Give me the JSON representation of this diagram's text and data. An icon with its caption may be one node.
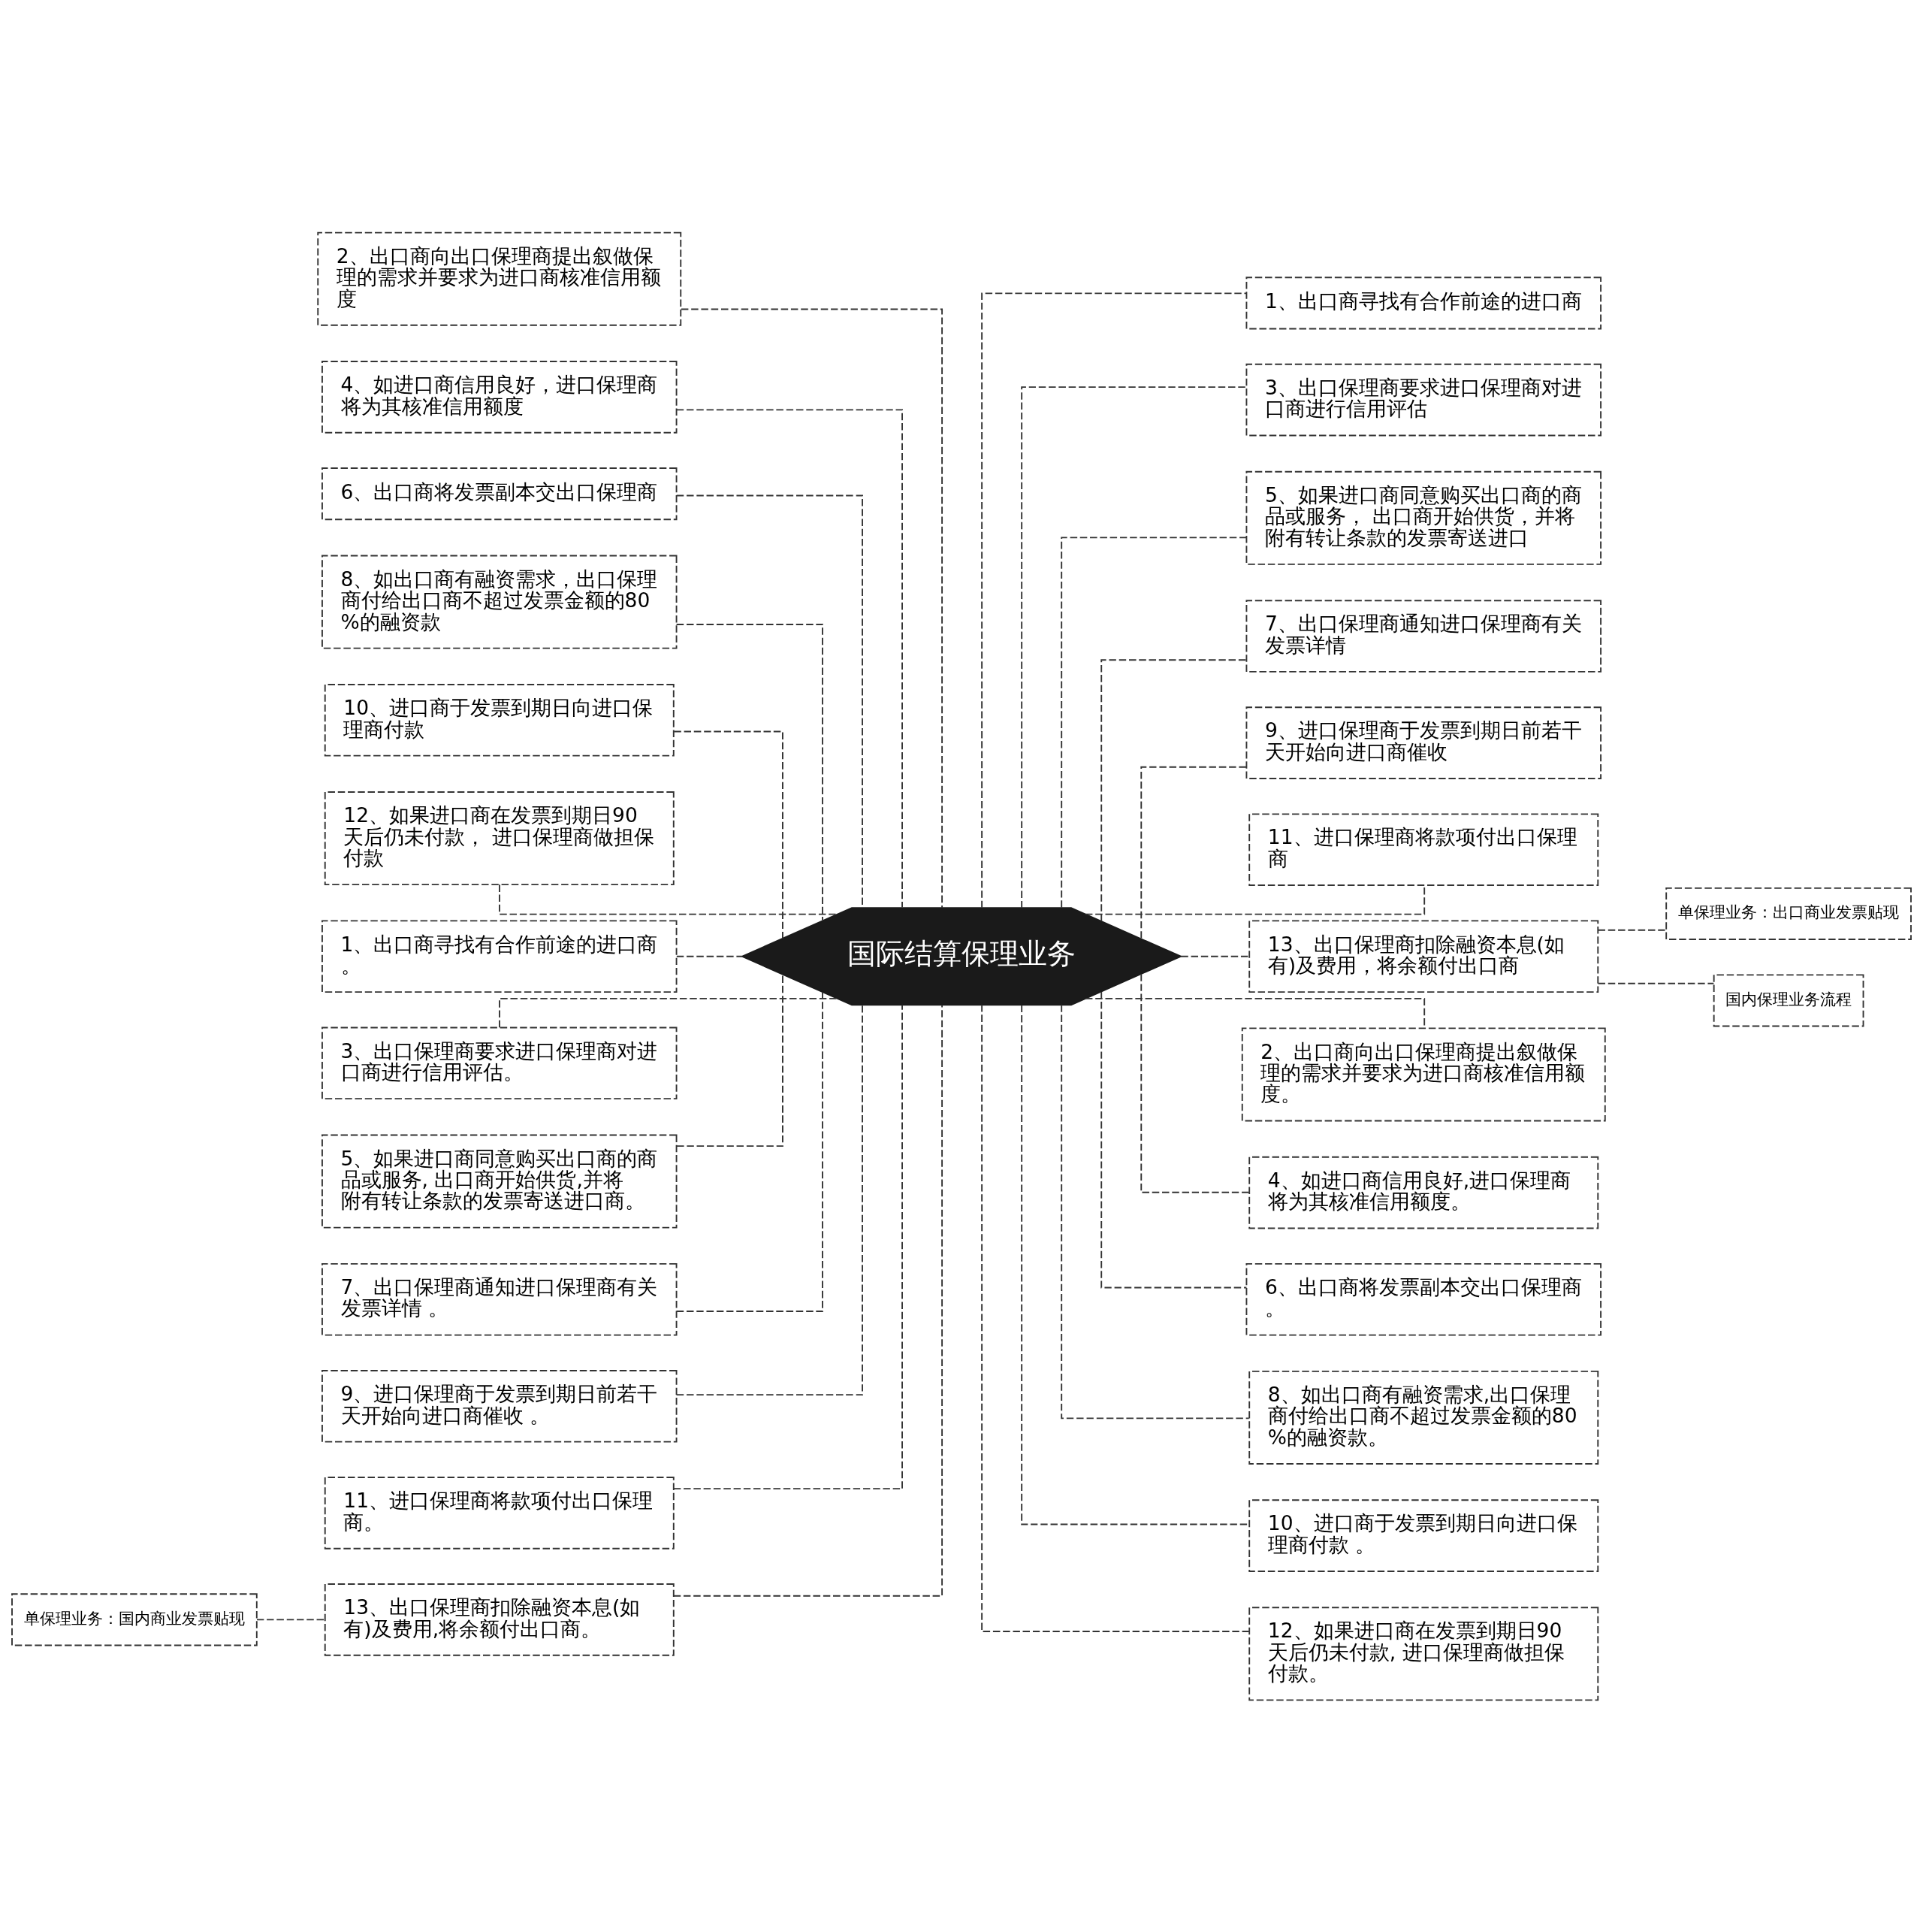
{
  "diagram": {
    "nodes": [
      {
        "text": [
          "国际结算保理业务"
        ]
      },
      {
        "text": [
          "2、出口商向出口保理商提出叙做保理的需求并要求为进口商核准信用额度"
        ]
      },
      {
        "text": [
          "4、如进口商信用良好，进口保理商将为其核准信用额度"
        ]
      },
      {
        "text": [
          "6、出口商将发票副本交出口保理商"
        ]
      },
      {
        "text": [
          "8、如出口商有融资需求，出口保理商付给出口商不超过发票金额的80%的融资款"
        ]
      },
      {
        "text": [
          "10、进口商于发票到期日向进口保理商付款"
        ]
      },
      {
        "text": [
          "12、如果进口商在发票到期日90天后仍未付款， 进口保理商做担保付款"
        ]
      },
      {
        "text": [
          "1、出口商寻找有合作前途的进口商。"
        ]
      },
      {
        "text": [
          "3、出口保理商要求进口保理商对进口商进行信用评估。"
        ]
      },
      {
        "text": [
          "5、如果进口商同意购买出口商的商品或服务, 出口商开始供货,并将附有转让条款的发票寄送进口商。"
        ]
      },
      {
        "text": [
          "7、出口保理商通知进口保理商有关发票详情 。"
        ]
      },
      {
        "text": [
          "9、进口保理商于发票到期日前若干天开始向进口商催收 。"
        ]
      },
      {
        "text": [
          "11、进口保理商将款项付出口保理商。"
        ]
      },
      {
        "text": [
          "13、出口保理商扣除融资本息(如有)及费用,将余额付出口商。"
        ]
      },
      {
        "text": [
          "单保理业务：国内商业发票贴现"
        ]
      },
      {
        "text": [
          "1、出口商寻找有合作前途的进口商"
        ]
      },
      {
        "text": [
          "3、出口保理商要求进口保理商对进口商进行信用评估"
        ]
      },
      {
        "text": [
          "5、如果进口商同意购买出口商的商品或服务， 出口商开始供货，并将附有转让条款的发票寄送进口"
        ]
      },
      {
        "text": [
          "7、出口保理商通知进口保理商有关发票详情"
        ]
      },
      {
        "text": [
          "9、进口保理商于发票到期日前若干天开始向进口商催收"
        ]
      },
      {
        "text": [
          "11、进口保理商将款项付出口保理商"
        ]
      },
      {
        "text": [
          "13、出口保理商扣除融资本息(如有)及费用，将余额付出口商"
        ]
      },
      {
        "text": [
          "单保理业务：出口商业发票贴现"
        ]
      },
      {
        "text": [
          "国内保理业务流程"
        ]
      },
      {
        "text": [
          "2、出口商向出口保理商提出叙做保理的需求并要求为进口商核准信用额度。"
        ]
      },
      {
        "text": [
          "4、如进口商信用良好,进口保理商将为其核准信用额度。"
        ]
      },
      {
        "text": [
          "6、出口商将发票副本交出口保理商。"
        ]
      },
      {
        "text": [
          "8、如出口商有融资需求,出口保理商付给出口商不超过发票金额的80%的融资款。"
        ]
      },
      {
        "text": [
          "10、进口商于发票到期日向进口保理商付款 。"
        ]
      },
      {
        "text": [
          "12、如果进口商在发票到期日90天后仍未付款, 进口保理商做担保付款。"
        ]
      }
    ],
    "edges": [
      {
        "from": 0,
        "to": 1,
        "arrow": "none",
        "style": "dashed"
      },
      {
        "from": 0,
        "to": 2,
        "arrow": "none",
        "style": "dashed"
      },
      {
        "from": 0,
        "to": 3,
        "arrow": "none",
        "style": "dashed"
      },
      {
        "from": 0,
        "to": 4,
        "arrow": "none",
        "style": "dashed"
      },
      {
        "from": 0,
        "to": 5,
        "arrow": "none",
        "style": "dashed"
      },
      {
        "from": 0,
        "to": 6,
        "arrow": "none",
        "style": "dashed"
      },
      {
        "from": 0,
        "to": 7,
        "arrow": "none",
        "style": "dashed"
      },
      {
        "from": 0,
        "to": 8,
        "arrow": "none",
        "style": "dashed"
      },
      {
        "from": 0,
        "to": 9,
        "arrow": "none",
        "style": "dashed"
      },
      {
        "from": 0,
        "to": 10,
        "arrow": "none",
        "style": "dashed"
      },
      {
        "from": 0,
        "to": 11,
        "arrow": "none",
        "style": "dashed"
      },
      {
        "from": 0,
        "to": 12,
        "arrow": "none",
        "style": "dashed"
      },
      {
        "from": 0,
        "to": 13,
        "arrow": "none",
        "style": "dashed"
      },
      {
        "from": 13,
        "to": 14,
        "arrow": "none",
        "style": "dashed"
      },
      {
        "from": 0,
        "to": 15,
        "arrow": "none",
        "style": "dashed"
      },
      {
        "from": 0,
        "to": 16,
        "arrow": "none",
        "style": "dashed"
      },
      {
        "from": 0,
        "to": 17,
        "arrow": "none",
        "style": "dashed"
      },
      {
        "from": 0,
        "to": 18,
        "arrow": "none",
        "style": "dashed"
      },
      {
        "from": 0,
        "to": 19,
        "arrow": "none",
        "style": "dashed"
      },
      {
        "from": 0,
        "to": 20,
        "arrow": "none",
        "style": "dashed"
      },
      {
        "from": 0,
        "to": 21,
        "arrow": "none",
        "style": "dashed"
      },
      {
        "from": 21,
        "to": 22,
        "arrow": "none",
        "style": "dashed"
      },
      {
        "from": 21,
        "to": 23,
        "arrow": "none",
        "style": "dashed"
      },
      {
        "from": 0,
        "to": 24,
        "arrow": "none",
        "style": "dashed"
      },
      {
        "from": 0,
        "to": 25,
        "arrow": "none",
        "style": "dashed"
      },
      {
        "from": 0,
        "to": 26,
        "arrow": "none",
        "style": "dashed"
      },
      {
        "from": 0,
        "to": 27,
        "arrow": "none",
        "style": "dashed"
      },
      {
        "from": 0,
        "to": 28,
        "arrow": "none",
        "style": "dashed"
      },
      {
        "from": 0,
        "to": 29,
        "arrow": "none",
        "style": "dashed"
      }
    ]
  }
}
